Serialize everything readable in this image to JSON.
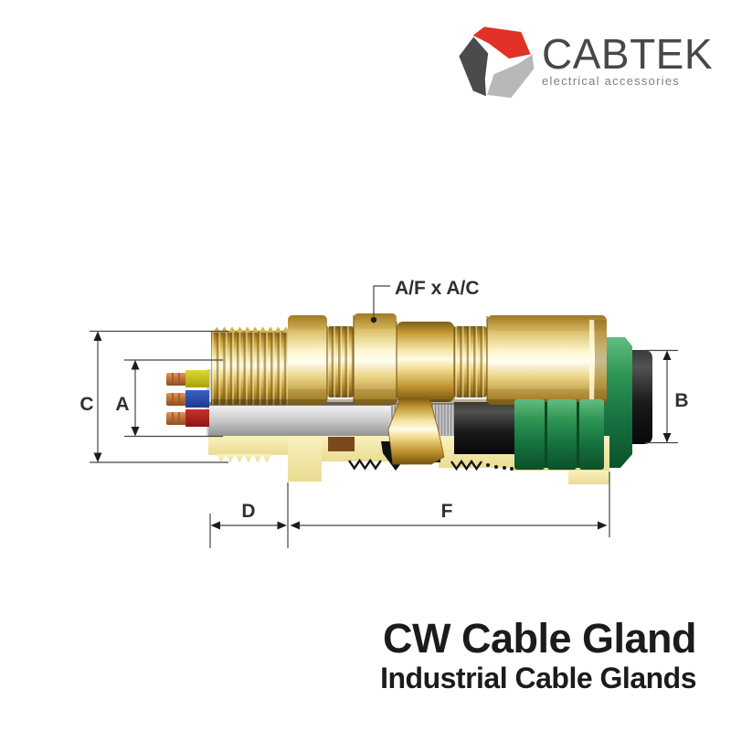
{
  "logo": {
    "brand": "CABTEK",
    "tagline": "electrical accessories",
    "mark_icon": "hexagon-aperture-mark",
    "colors": {
      "red": "#e23126",
      "dark_gray": "#4b4b4e",
      "light_gray": "#b7b8ba",
      "brand_text": "#48484a",
      "tagline_text": "#7e7f83"
    }
  },
  "product": {
    "title": "CW Cable Gland",
    "subtitle": "Industrial Cable Glands",
    "text_color": "#1b1b1b"
  },
  "diagram": {
    "annotation": "A/F x A/C",
    "dim": {
      "a": "A",
      "b": "B",
      "c": "C",
      "d": "D",
      "f": "F"
    },
    "colors": {
      "brass": "#e8c766",
      "brass_dark": "#8a671b",
      "brass_light": "#fffce6",
      "body_cut_section": "#f5ecb2",
      "shroud_green": "#1e7a41",
      "cable_black": "#1a1a1a",
      "inner_sheath_gray": "#c9c9cb",
      "armor_braid_gray": "#b9b9bd",
      "conductor_copper": "#c0763c",
      "wire_yellow": "#c6bd1e",
      "wire_blue": "#2a50a8",
      "wire_red": "#a8211d",
      "seal_brown": "#7a4a1c",
      "dimension_line": "#454545"
    }
  }
}
